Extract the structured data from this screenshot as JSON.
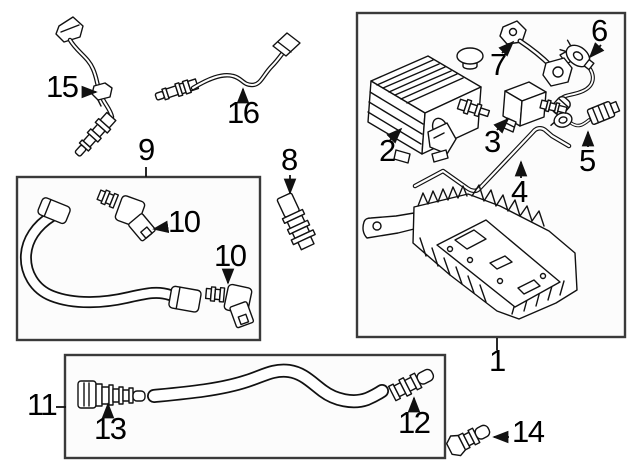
{
  "colors": {
    "background": "#ffffff",
    "line": "#111111",
    "box-border": "#3a3a3a",
    "box-fill": "#fcfcfc",
    "label": "#000000"
  },
  "callouts": {
    "c1": "1",
    "c2": "2",
    "c3": "3",
    "c4": "4",
    "c5": "5",
    "c6": "6",
    "c7": "7",
    "c8": "8",
    "c9": "9",
    "c10a": "10",
    "c10b": "10",
    "c11": "11",
    "c12": "12",
    "c13": "13",
    "c14": "14",
    "c15": "15",
    "c16": "16"
  }
}
